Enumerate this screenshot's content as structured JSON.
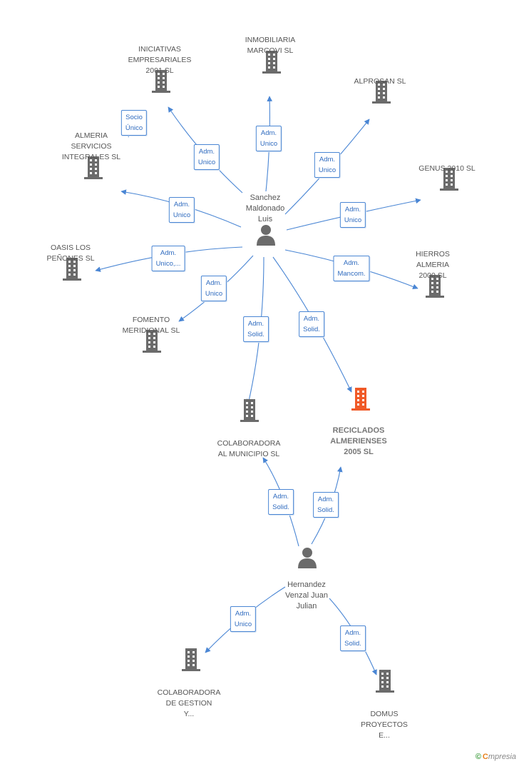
{
  "colors": {
    "edge": "#4a86d4",
    "building": "#6b6b6b",
    "focus": "#f05a28",
    "person": "#6b6b6b"
  },
  "persons": [
    {
      "id": "sanchez",
      "label": "Sanchez\nMaldonado\nLuis",
      "icon": "person-icon"
    },
    {
      "id": "hernandez",
      "label": "Hernandez\nVenzal Juan\nJulian",
      "icon": "person-icon"
    }
  ],
  "companies": [
    {
      "id": "iniciativas",
      "label": "INICIATIVAS\nEMPRESARIALES\n2001 SL",
      "icon": "building-icon"
    },
    {
      "id": "inmobiliaria",
      "label": "INMOBILIARIA\nMARCOVI SL",
      "icon": "building-icon"
    },
    {
      "id": "alprosan",
      "label": "ALPROSAN SL",
      "icon": "building-icon"
    },
    {
      "id": "genus",
      "label": "GENUS 2010 SL",
      "icon": "building-icon"
    },
    {
      "id": "almeria",
      "label": "ALMERIA\nSERVICIOS\nINTEGRALES  SL",
      "icon": "building-icon"
    },
    {
      "id": "oasis",
      "label": "OASIS LOS\nPEÑONES  SL",
      "icon": "building-icon"
    },
    {
      "id": "hierros",
      "label": "HIERROS\nALMERIA\n2000 SL",
      "icon": "building-icon"
    },
    {
      "id": "fomento",
      "label": "FOMENTO\nMERIDIONAL SL",
      "icon": "building-icon"
    },
    {
      "id": "colaboradora_mun",
      "label": "COLABORADORA\nAL MUNICIPIO SL",
      "icon": "building-icon"
    },
    {
      "id": "reciclados",
      "label": "RECICLADOS\nALMERIENSES\n2005 SL",
      "icon": "building-icon",
      "focus": true
    },
    {
      "id": "colaboradora_ges",
      "label": "COLABORADORA\nDE GESTION\nY...",
      "icon": "building-icon"
    },
    {
      "id": "domus",
      "label": "DOMUS\nPROYECTOS\nE...",
      "icon": "building-icon"
    }
  ],
  "relations": [
    {
      "id": "r1",
      "from": "iniciativas",
      "to": "almeria",
      "label": "Socio\nÚnico"
    },
    {
      "id": "r2",
      "from": "sanchez",
      "to": "iniciativas",
      "label": "Adm.\nUnico"
    },
    {
      "id": "r3",
      "from": "sanchez",
      "to": "inmobiliaria",
      "label": "Adm.\nUnico"
    },
    {
      "id": "r4",
      "from": "sanchez",
      "to": "alprosan",
      "label": "Adm.\nUnico"
    },
    {
      "id": "r5",
      "from": "sanchez",
      "to": "genus",
      "label": "Adm.\nUnico"
    },
    {
      "id": "r6",
      "from": "sanchez",
      "to": "almeria",
      "label": "Adm.\nUnico"
    },
    {
      "id": "r7",
      "from": "sanchez",
      "to": "oasis",
      "label": "Adm.\nUnico,..."
    },
    {
      "id": "r8",
      "from": "sanchez",
      "to": "hierros",
      "label": "Adm.\nMancom."
    },
    {
      "id": "r9",
      "from": "sanchez",
      "to": "fomento",
      "label": "Adm.\nUnico"
    },
    {
      "id": "r10",
      "from": "sanchez",
      "to": "colaboradora_mun",
      "label": "Adm.\nSolid."
    },
    {
      "id": "r11",
      "from": "sanchez",
      "to": "reciclados",
      "label": "Adm.\nSolid."
    },
    {
      "id": "r12",
      "from": "hernandez",
      "to": "colaboradora_mun",
      "label": "Adm.\nSolid."
    },
    {
      "id": "r13",
      "from": "hernandez",
      "to": "reciclados",
      "label": "Adm.\nSolid."
    },
    {
      "id": "r14",
      "from": "hernandez",
      "to": "colaboradora_ges",
      "label": "Adm.\nUnico"
    },
    {
      "id": "r15",
      "from": "hernandez",
      "to": "domus",
      "label": "Adm.\nSolid."
    }
  ],
  "brand": {
    "copyright": "©",
    "first": "C",
    "rest": "mpresia"
  }
}
